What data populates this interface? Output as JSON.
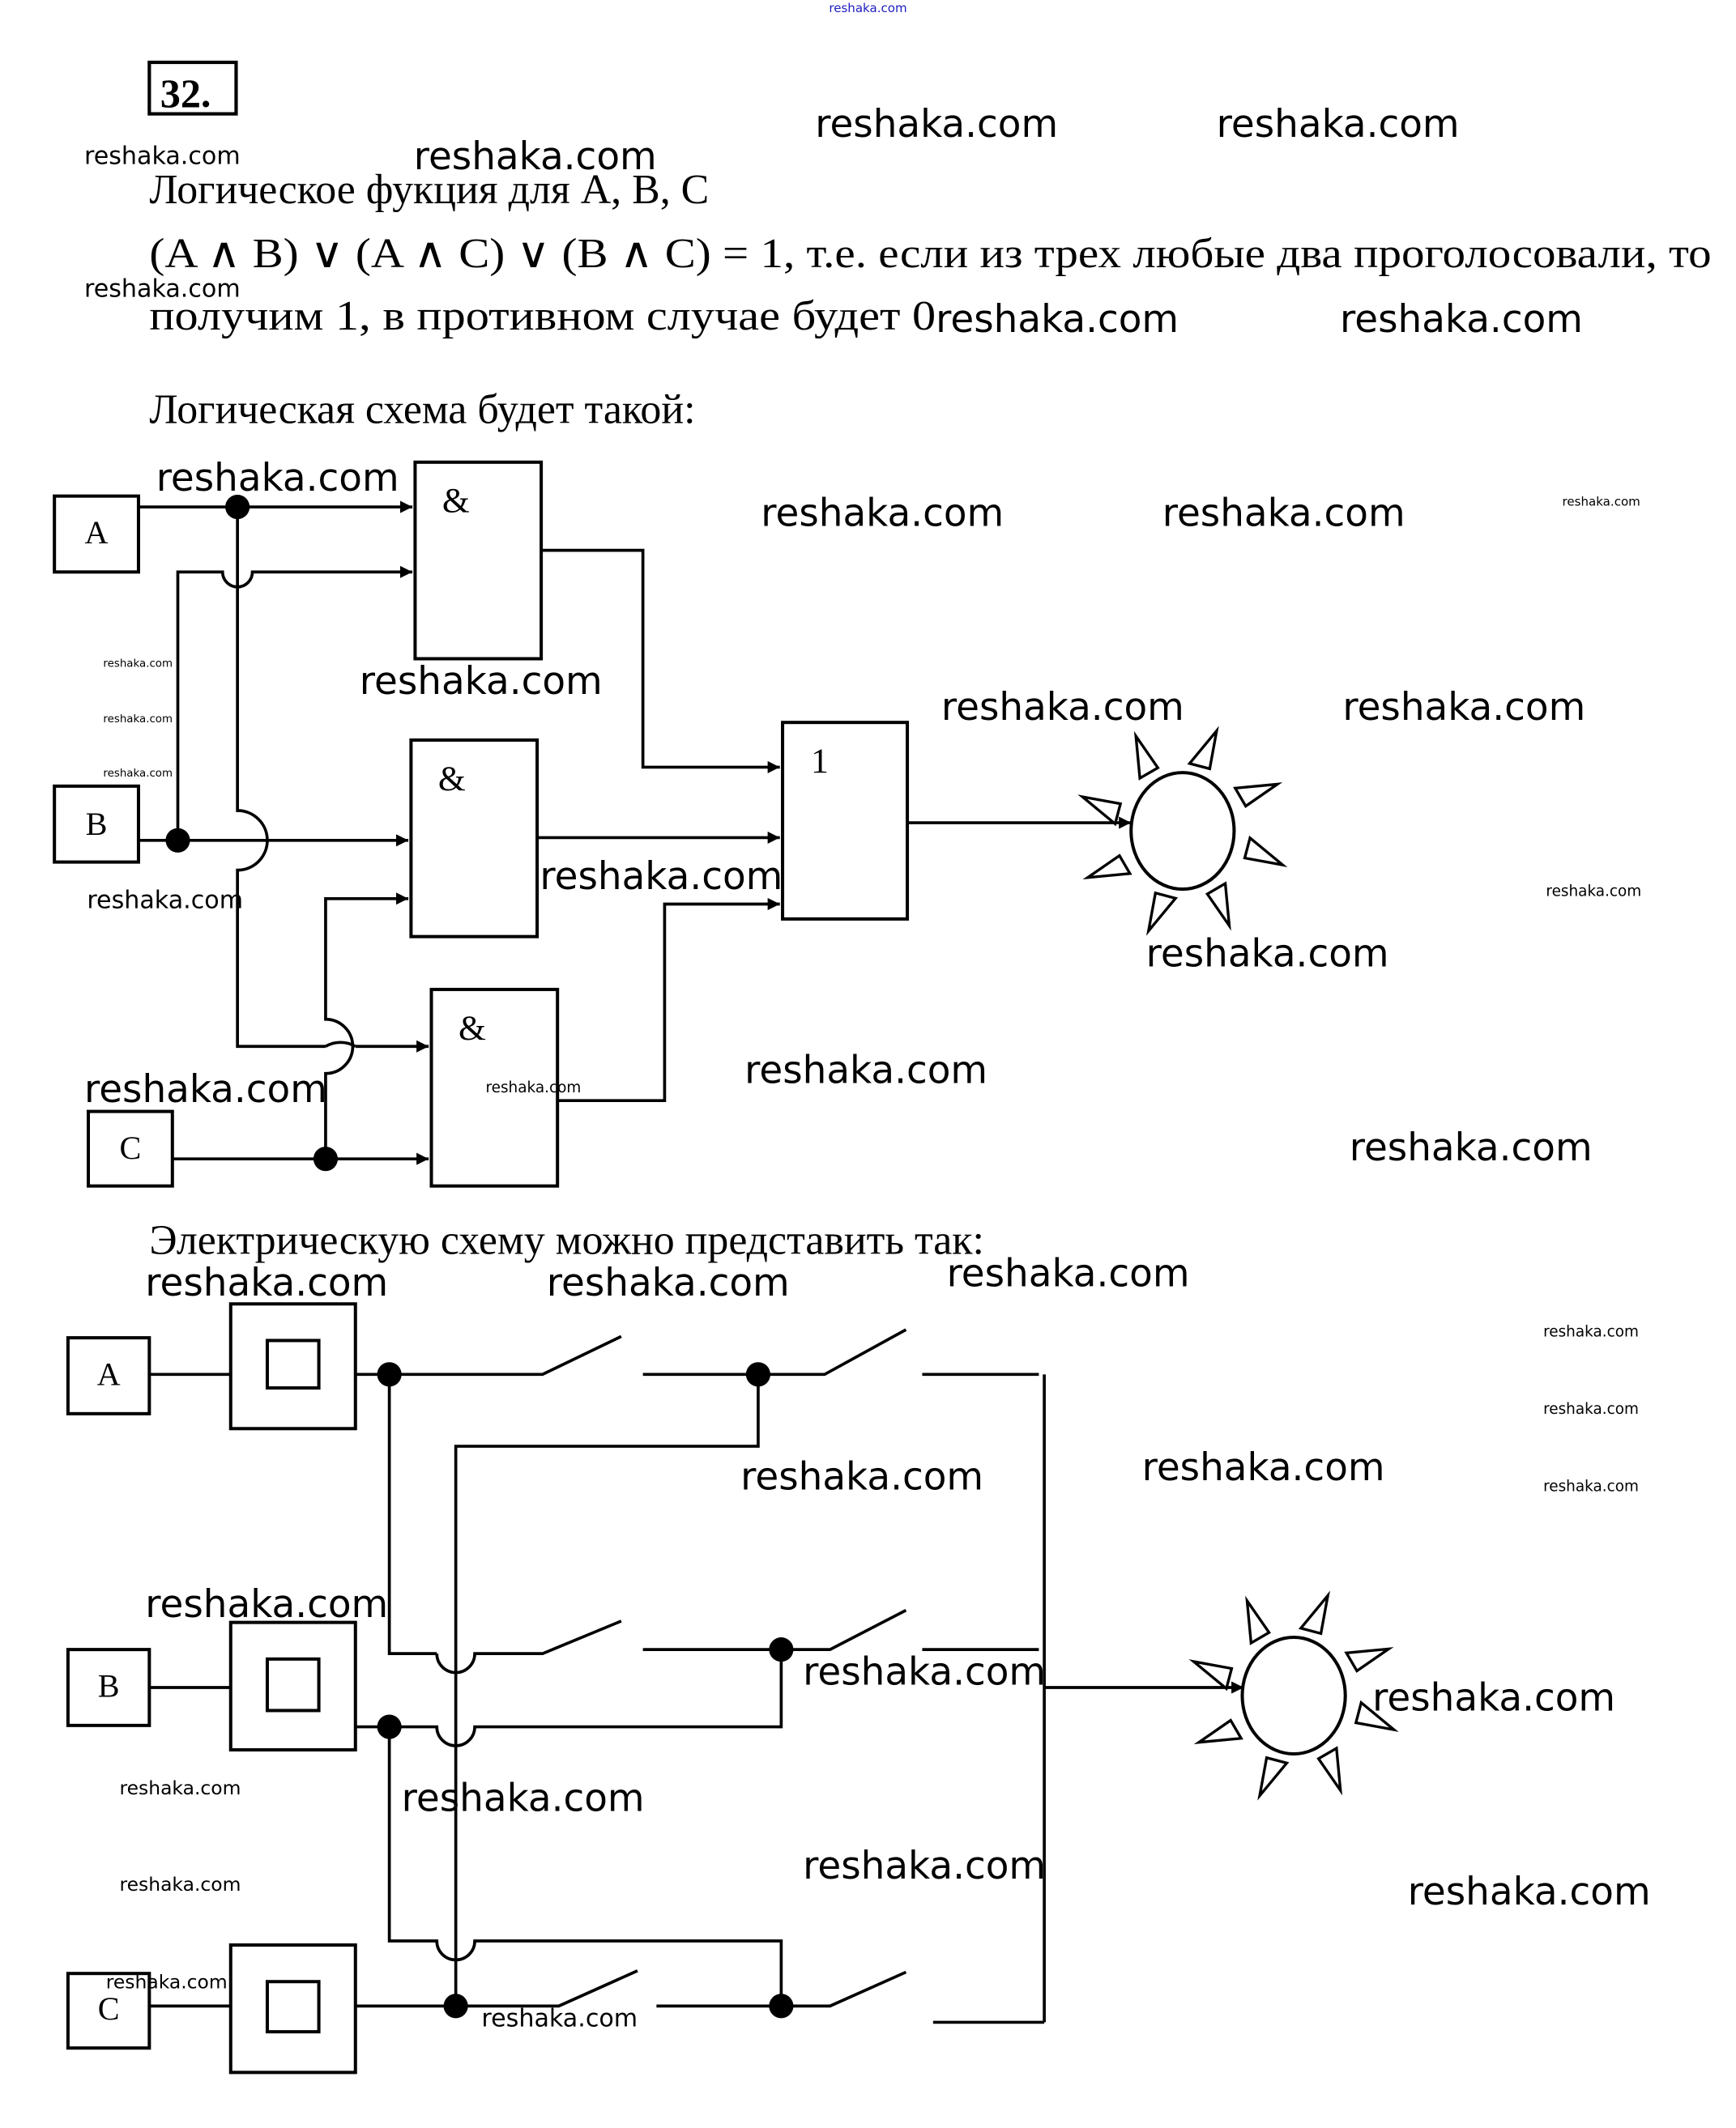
{
  "problem": {
    "number": "32.",
    "line1": "Логическое фукция для A, B, C",
    "line2": "(A ∧ B) ∨ (A ∧ C) ∨ (B ∧ C) = 1, т.е. если из трех любые два проголосовали, то",
    "line3": "получим 1, в противном случае будет 0",
    "logic_heading": "Логическая схема будет такой:",
    "electric_heading": "Электрическую схему можно представить так:"
  },
  "logic_diagram": {
    "inputs": [
      "A",
      "B",
      "C"
    ],
    "and_gate_label": "&",
    "or_gate_label": "1",
    "output": "lamp"
  },
  "electric_diagram": {
    "inputs": [
      "A",
      "B",
      "C"
    ],
    "output": "lamp"
  },
  "watermark": {
    "text": "reshaka.com",
    "top_color": "#2020c0"
  }
}
